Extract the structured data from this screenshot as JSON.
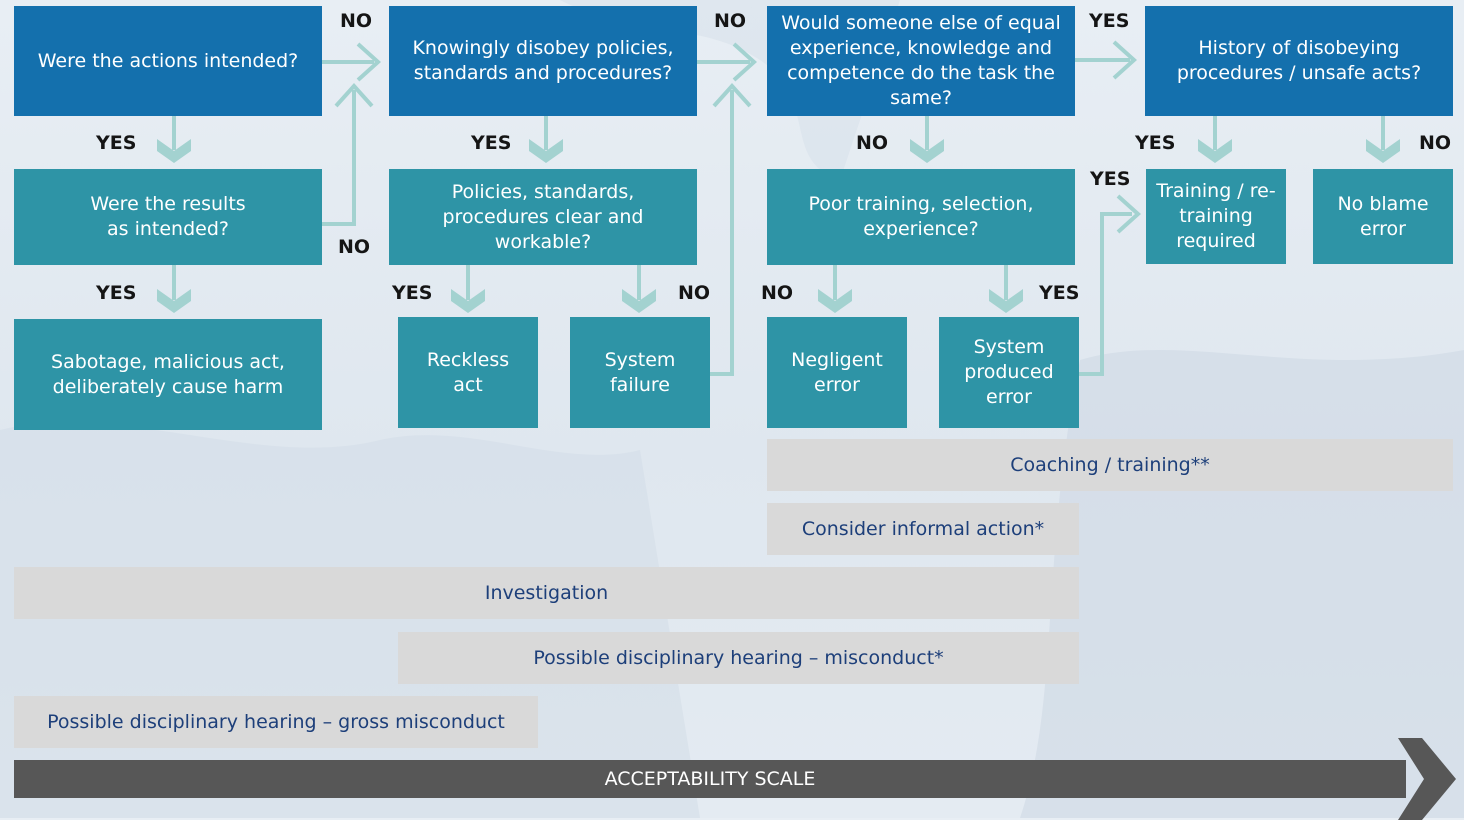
{
  "colors": {
    "primary_box": "#1470ad",
    "secondary_box": "#2e94a6",
    "arrow": "#a3d2d0",
    "bar": "#d9d9d9",
    "bar_text": "#1d3f7a",
    "scale": "#575757"
  },
  "questions": {
    "intended": "Were the actions intended?",
    "disobey": "Knowingly disobey policies, standards and procedures?",
    "someone_else": "Would someone else of equal experience, knowledge and competence do the task the same?",
    "history": "History of disobeying procedures / unsafe acts?",
    "results": "Were the results as intended?",
    "policies_clear": "Policies, standards, procedures clear and workable?",
    "poor_training": "Poor training, selection, experience?"
  },
  "outcomes": {
    "sabotage": "Sabotage, malicious act, deliberately cause harm",
    "reckless": "Reckless act",
    "system_failure": "System failure",
    "negligent": "Negligent error",
    "system_produced": "System produced error",
    "retraining": "Training / re-training required",
    "no_blame": "No blame error"
  },
  "labels": {
    "yes": "YES",
    "no": "NO"
  },
  "actions": {
    "coaching": "Coaching / training**",
    "informal": "Consider informal action*",
    "investigation": "Investigation",
    "misconduct": "Possible disciplinary hearing – misconduct*",
    "gross": "Possible disciplinary hearing – gross misconduct"
  },
  "scale": {
    "label": "ACCEPTABILITY SCALE"
  }
}
